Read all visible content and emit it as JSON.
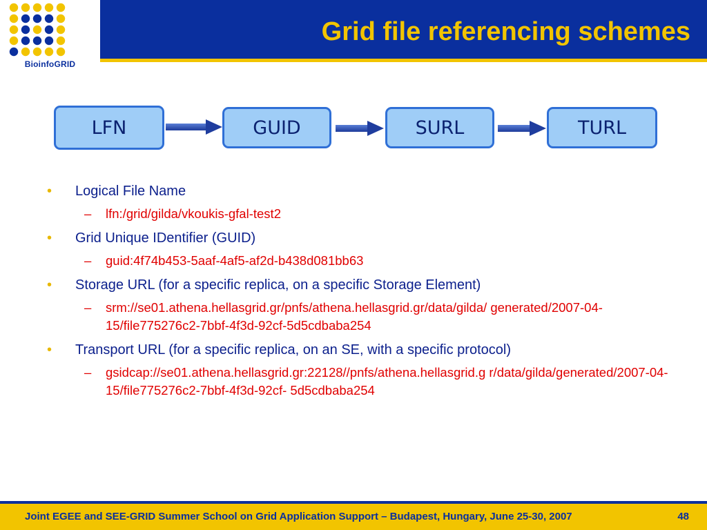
{
  "header": {
    "title": "Grid file referencing schemes",
    "logo_text": "BioinfoGRID",
    "logo_colors": {
      "yellow": "#f2c400",
      "blue": "#0a2f9e"
    }
  },
  "flow": {
    "boxes": [
      "LFN",
      "GUID",
      "SURL",
      "TURL"
    ],
    "box_fill": "#9fcdf7",
    "box_border": "#2f6fd6",
    "arrow_color": "#2a4fb0"
  },
  "content": {
    "items": [
      {
        "text": "Logical File Name",
        "sub": [
          "lfn:/grid/gilda/vkoukis-gfal-test2"
        ]
      },
      {
        "text": "Grid Unique IDentifier (GUID)",
        "sub": [
          "guid:4f74b453-5aaf-4af5-af2d-b438d081bb63"
        ]
      },
      {
        "text": "Storage URL (for a specific replica, on a specific Storage Element)",
        "sub": [
          "srm://se01.athena.hellasgrid.gr/pnfs/athena.hellasgrid.gr/data/gilda/ generated/2007-04-15/file775276c2-7bbf-4f3d-92cf-5d5cdbaba254"
        ]
      },
      {
        "text": "Transport URL (for a specific replica, on an SE, with a specific protocol)",
        "sub": [
          "gsidcap://se01.athena.hellasgrid.gr:22128//pnfs/athena.hellasgrid.g r/data/gilda/generated/2007-04-15/file775276c2-7bbf-4f3d-92cf- 5d5cdbaba254"
        ]
      }
    ],
    "bullet": "•",
    "dash": "–"
  },
  "footer": {
    "text": "Joint EGEE and SEE-GRID Summer School on Grid Application Support – Budapest, Hungary, June 25-30, 2007",
    "page": "48"
  }
}
